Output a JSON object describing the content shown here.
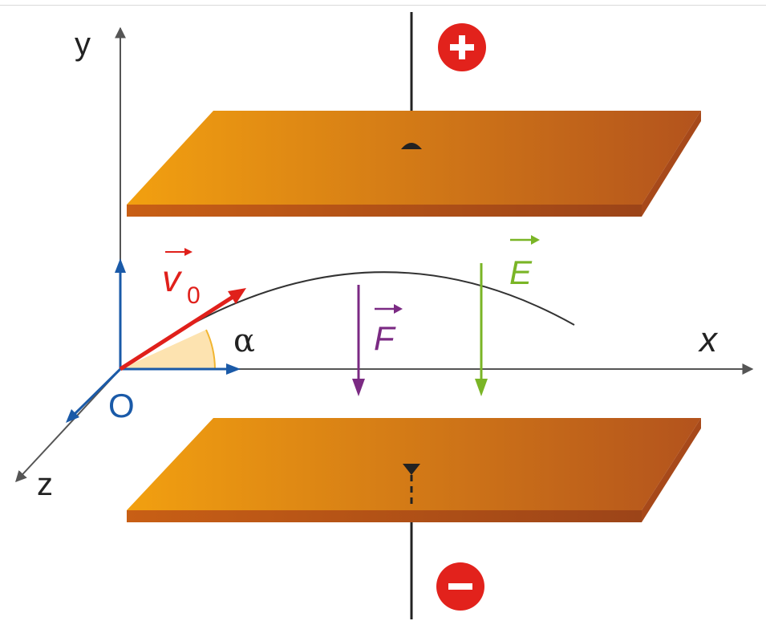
{
  "labels": {
    "y_axis": "y",
    "x_axis": "x",
    "z_axis": "z",
    "origin": "O",
    "velocity": "v",
    "velocity_subscript": "0",
    "angle": "α",
    "force": "F",
    "field": "E",
    "positive": "+",
    "negative": "−"
  },
  "colors": {
    "axis": "#555555",
    "basis_vectors": "#1a5aa8",
    "velocity": "#e0201b",
    "angle_fill": "#fde3b0",
    "force": "#7b2a83",
    "field": "#7ab526",
    "plate_light": "#f2a010",
    "plate_dark": "#b3531d",
    "plate_edge": "#a7491a",
    "charge_sign": "#e2221c"
  }
}
